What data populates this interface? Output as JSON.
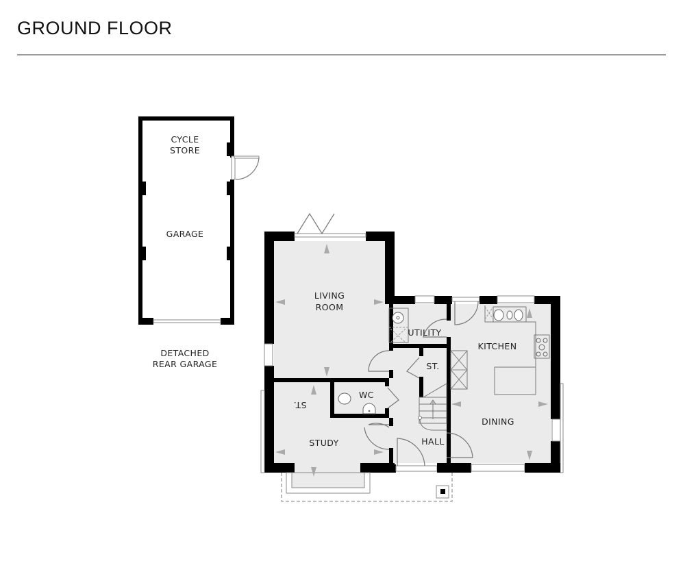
{
  "header": {
    "title": "GROUND FLOOR"
  },
  "plan": {
    "rooms": {
      "cycle_store": [
        "CYCLE",
        "STORE"
      ],
      "garage": "GARAGE",
      "living_room": [
        "LIVING",
        "ROOM"
      ],
      "utility": "UTILITY",
      "kitchen": "KITCHEN",
      "store_1": "ST.",
      "store_2": "ST.",
      "wc": "WC",
      "dining": "DINING",
      "study": "STUDY",
      "hall": "HALL"
    },
    "caption": [
      "DETACHED",
      "REAR GARAGE"
    ],
    "colors": {
      "wall": "#000000",
      "floor": "#ebebeb",
      "arrow": "#aaaaaa",
      "rule": "#9a9a9a"
    }
  }
}
